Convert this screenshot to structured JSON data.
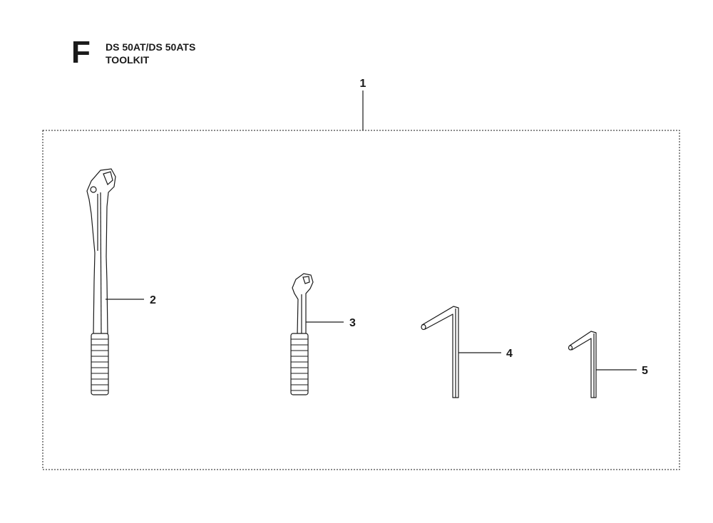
{
  "header": {
    "section_letter": "F",
    "model": "DS 50AT/DS 50ATS",
    "title": "TOOLKIT"
  },
  "callouts": [
    "1",
    "2",
    "3",
    "4",
    "5"
  ],
  "parts": [
    {
      "ref": "1",
      "item": "toolkit-kit-outline"
    },
    {
      "ref": "2",
      "item": "large-combination-wrench"
    },
    {
      "ref": "3",
      "item": "small-combination-wrench"
    },
    {
      "ref": "4",
      "item": "large-hex-key"
    },
    {
      "ref": "5",
      "item": "small-hex-key"
    }
  ],
  "colors": {
    "ink": "#1a1a1a",
    "background": "#ffffff"
  }
}
